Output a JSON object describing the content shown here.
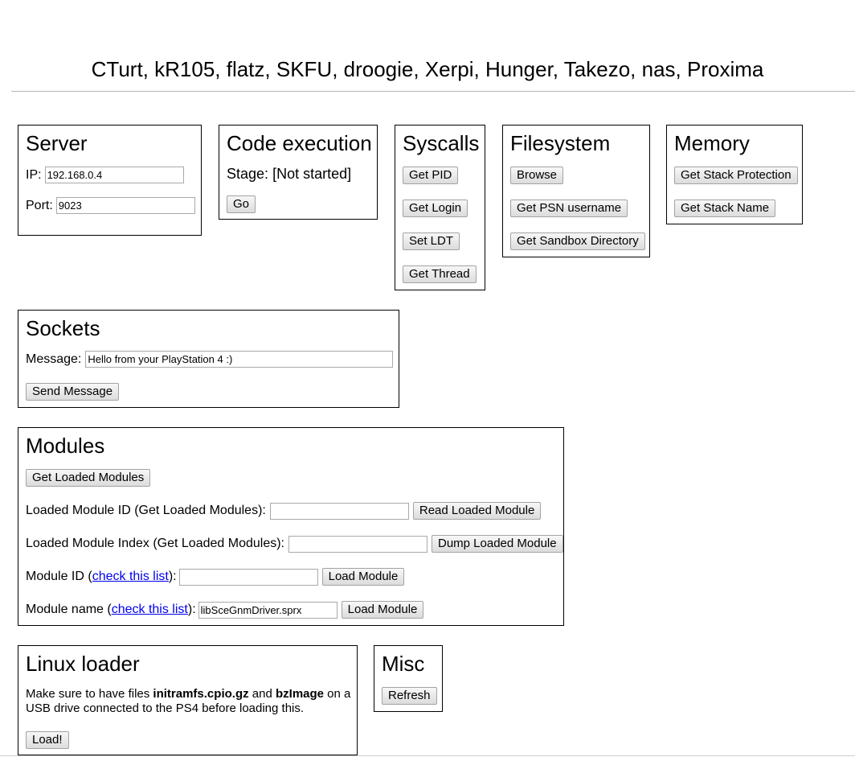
{
  "header": {
    "credits": "CTurt, kR105, flatz, SKFU, droogie, Xerpi, Hunger, Takezo, nas, Proxima"
  },
  "server": {
    "title": "Server",
    "ip_label": "IP:",
    "ip_value": "192.168.0.4",
    "port_label": "Port:",
    "port_value": "9023"
  },
  "code_execution": {
    "title": "Code execution",
    "stage_label": "Stage:",
    "stage_value": "[Not started]",
    "go_label": "Go"
  },
  "syscalls": {
    "title": "Syscalls",
    "get_pid": "Get PID",
    "get_login": "Get Login",
    "set_ldt": "Set LDT",
    "get_thread": "Get Thread"
  },
  "filesystem": {
    "title": "Filesystem",
    "browse": "Browse",
    "get_psn_username": "Get PSN username",
    "get_sandbox_directory": "Get Sandbox Directory"
  },
  "memory": {
    "title": "Memory",
    "get_stack_protection": "Get Stack Protection",
    "get_stack_name": "Get Stack Name"
  },
  "sockets": {
    "title": "Sockets",
    "message_label": "Message:",
    "message_value": "Hello from your PlayStation 4 :)",
    "send_label": "Send Message"
  },
  "modules": {
    "title": "Modules",
    "get_loaded_modules": "Get Loaded Modules",
    "loaded_id_label": "Loaded Module ID (Get Loaded Modules):",
    "loaded_id_value": "",
    "read_loaded_module": "Read Loaded Module",
    "loaded_index_label": "Loaded Module Index (Get Loaded Modules):",
    "loaded_index_value": "",
    "dump_loaded_module": "Dump Loaded Module",
    "module_id_prefix": "Module ID (",
    "module_id_link": "check this list",
    "module_id_suffix": "):",
    "module_id_value": "",
    "load_module": "Load Module",
    "module_name_prefix": "Module name (",
    "module_name_link": "check this list",
    "module_name_suffix": "):",
    "module_name_value": "libSceGnmDriver.sprx",
    "load_module_2": "Load Module"
  },
  "linux_loader": {
    "title": "Linux loader",
    "note_prefix": "Make sure to have files ",
    "file1": "initramfs.cpio.gz",
    "note_and": " and ",
    "file2": "bzImage",
    "note_suffix": " on a USB drive connected to the PS4 before loading this.",
    "load_label": "Load!"
  },
  "misc": {
    "title": "Misc",
    "refresh": "Refresh"
  }
}
